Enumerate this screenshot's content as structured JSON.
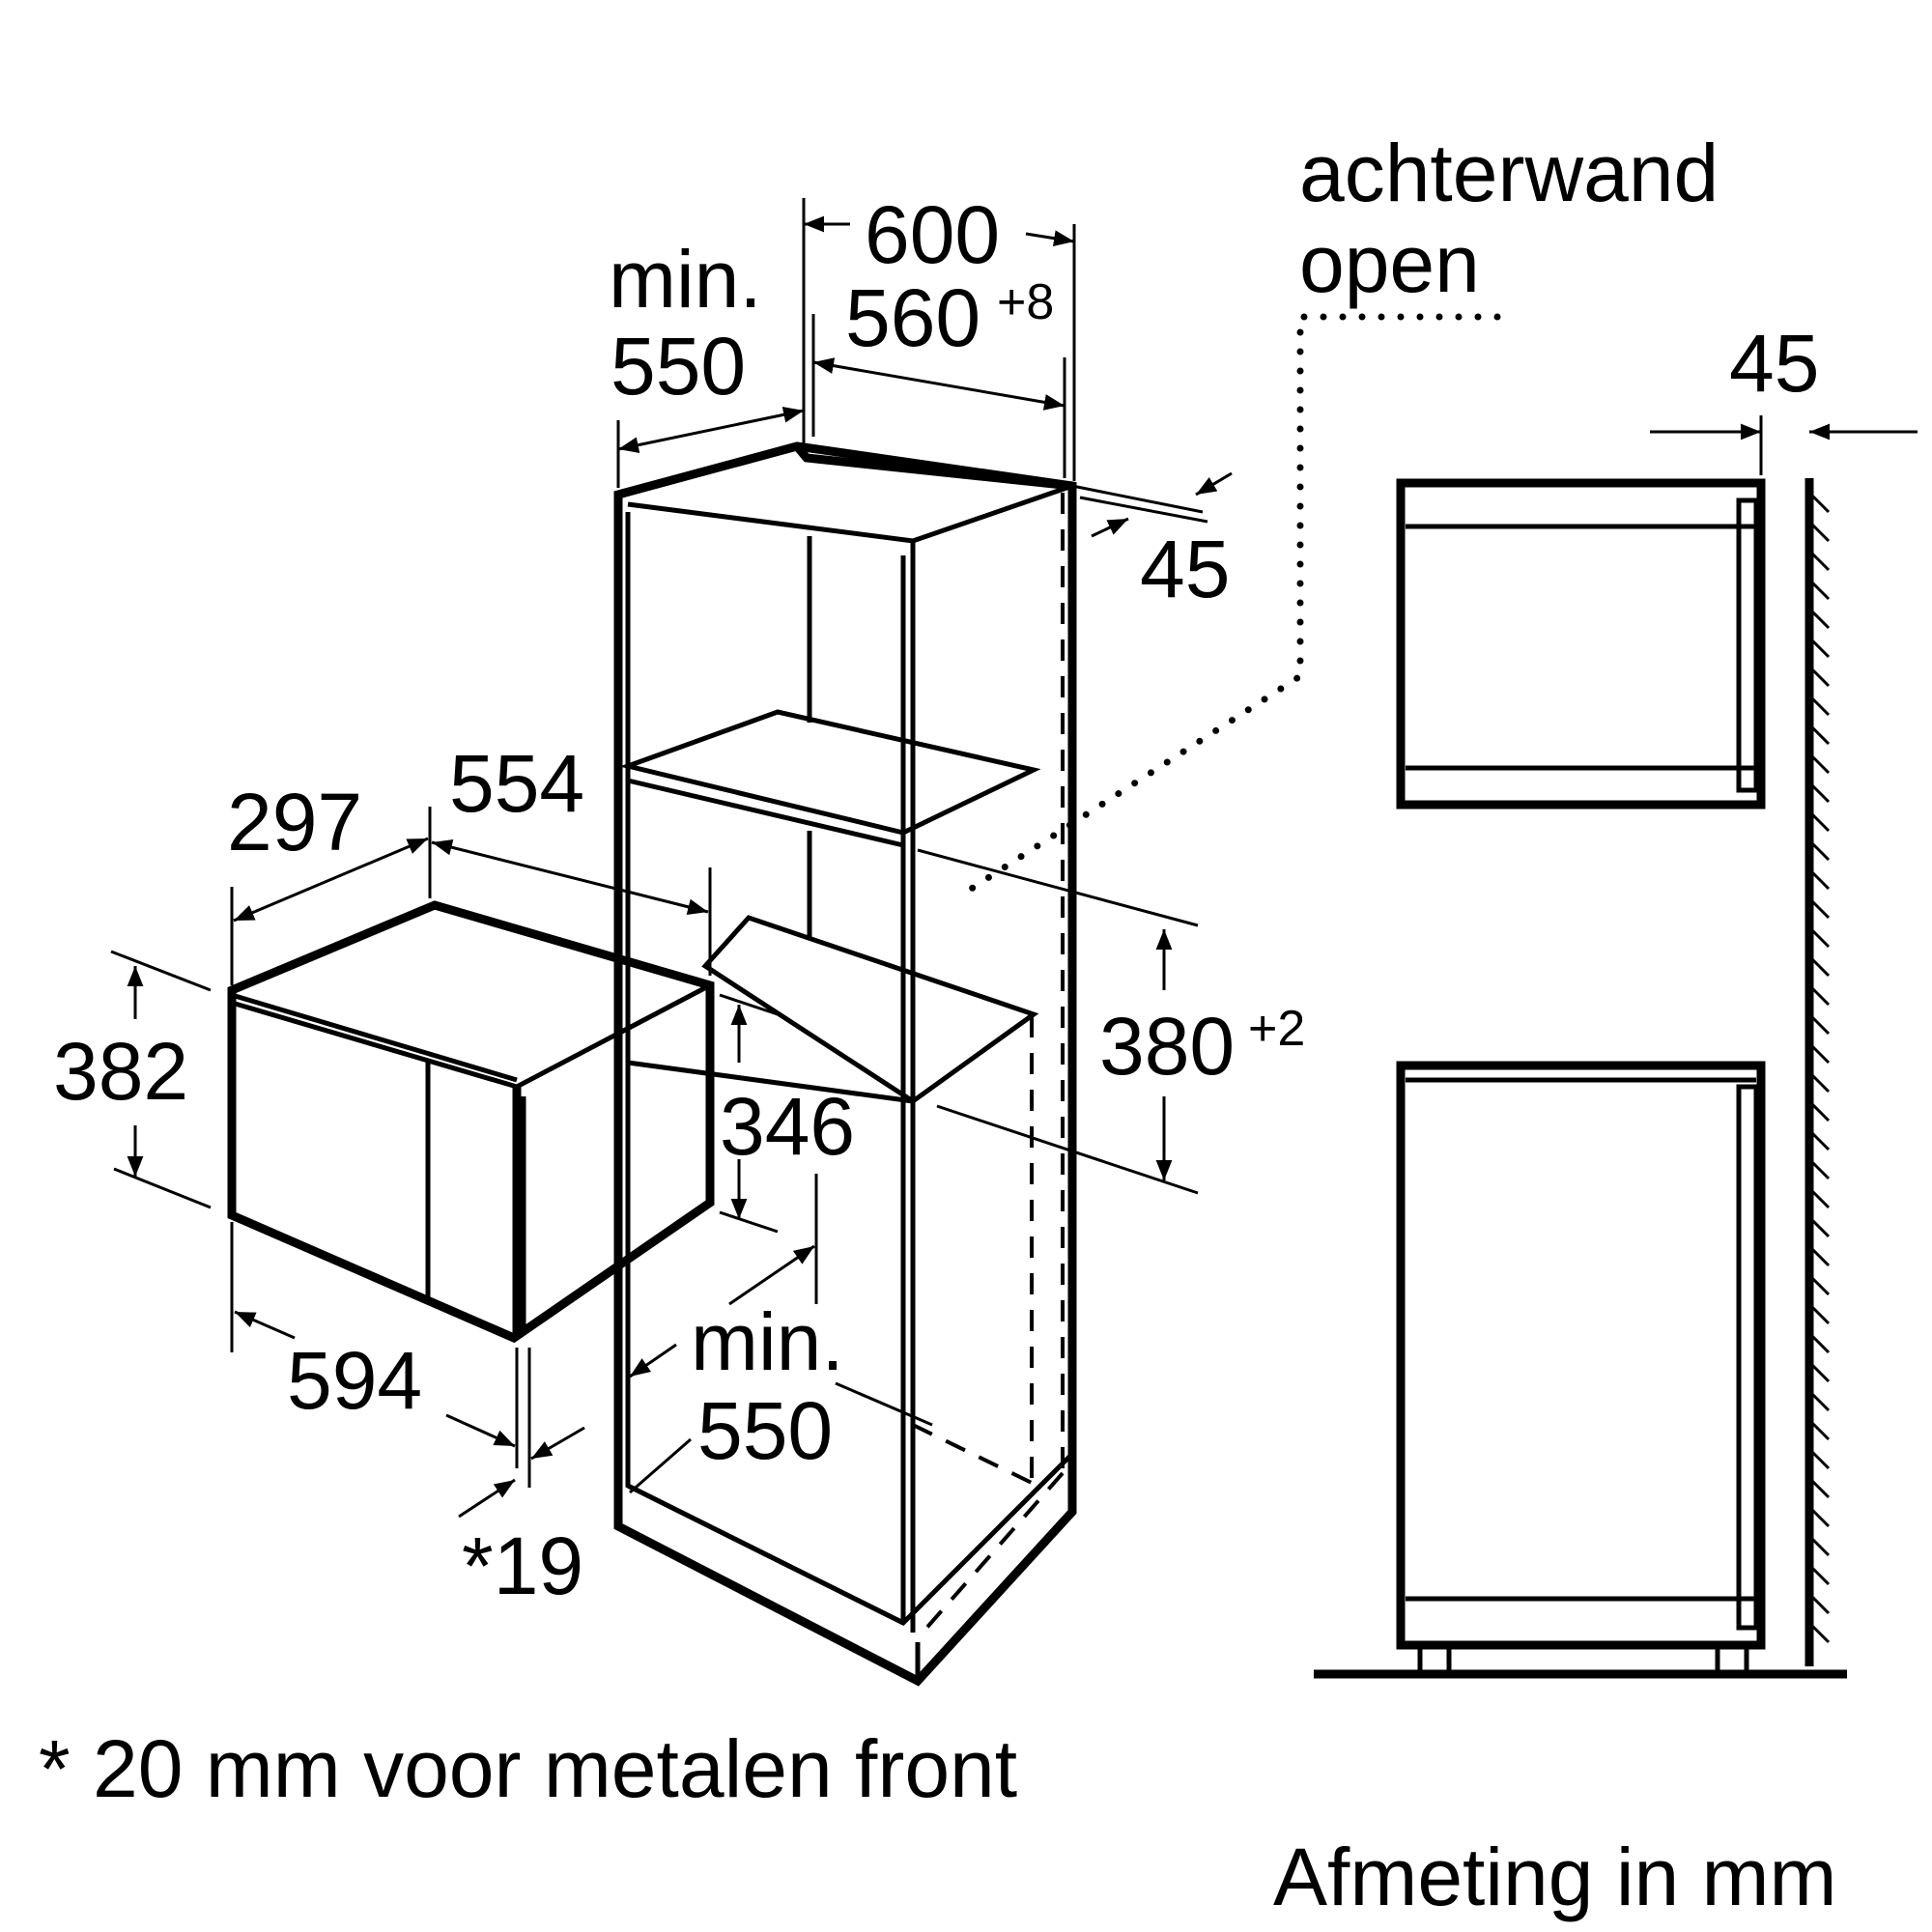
{
  "header": {
    "rear_wall_line1": "achterwand",
    "rear_wall_line2": "open"
  },
  "dimensions": {
    "min_label": "min.",
    "cabinet_depth_min": "550",
    "cabinet_outer_width": "600",
    "niche_width_base": "560",
    "niche_width_tolerance": "+8",
    "rear_gap_top": "45",
    "appliance_depth_side": "297",
    "appliance_depth": "554",
    "appliance_height": "382",
    "appliance_inner_height": "346",
    "niche_height_base": "380",
    "niche_height_tolerance": "+2",
    "appliance_width": "594",
    "front_offset": "*19",
    "lower_min_label": "min.",
    "lower_min_value": "550",
    "side_rear_gap": "45"
  },
  "footer": {
    "note": "* 20 mm voor metalen front",
    "units": "Afmeting in mm"
  }
}
